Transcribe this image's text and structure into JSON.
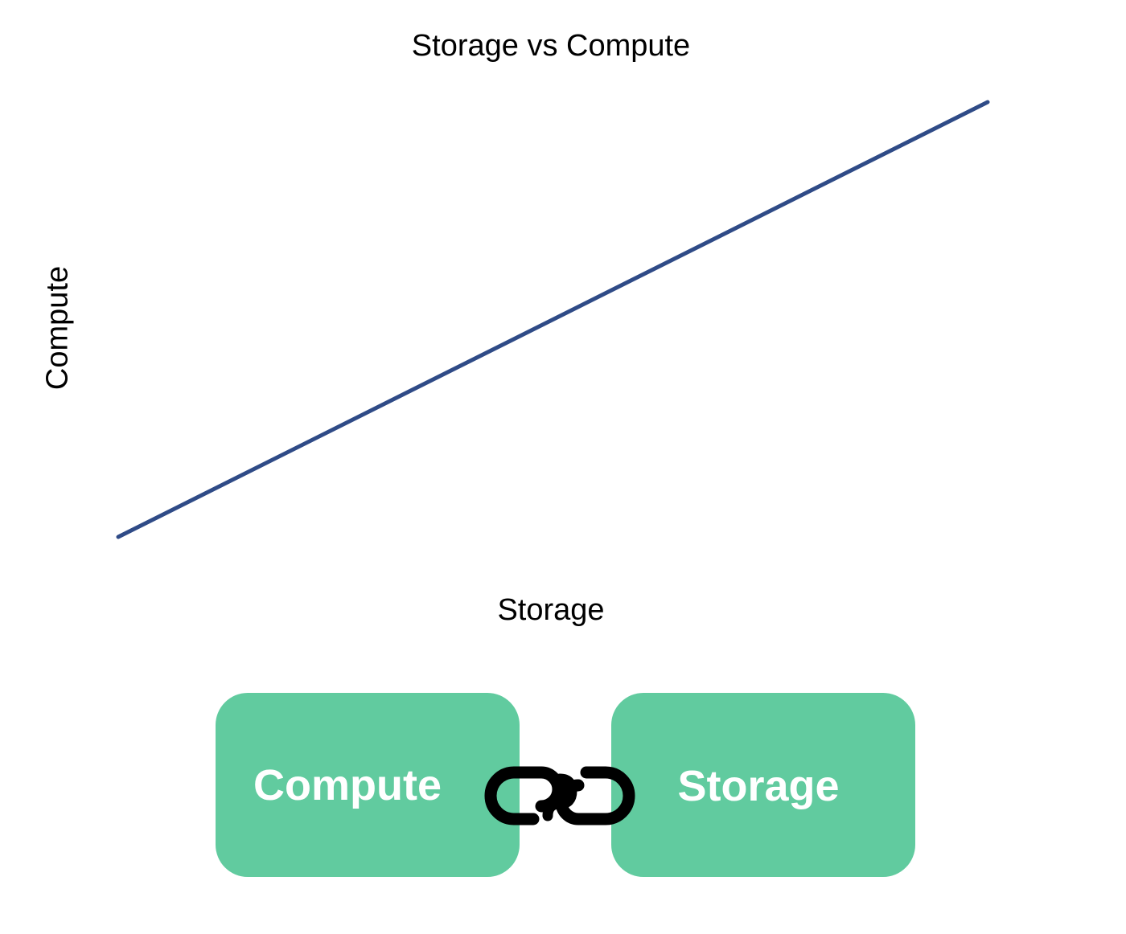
{
  "chart_data": {
    "type": "line",
    "title": "Storage vs Compute",
    "xlabel": "Storage",
    "ylabel": "Compute",
    "x": [
      0,
      1
    ],
    "series": [
      {
        "values": [
          0,
          1
        ]
      }
    ],
    "xlim": [
      0,
      1
    ],
    "ylim": [
      0,
      1
    ],
    "grid": false,
    "line_color": "#2f4b87"
  },
  "diagram": {
    "left_box": "Compute",
    "right_box": "Storage",
    "box_color": "#61cb9f",
    "connector_icon": "link-icon"
  }
}
